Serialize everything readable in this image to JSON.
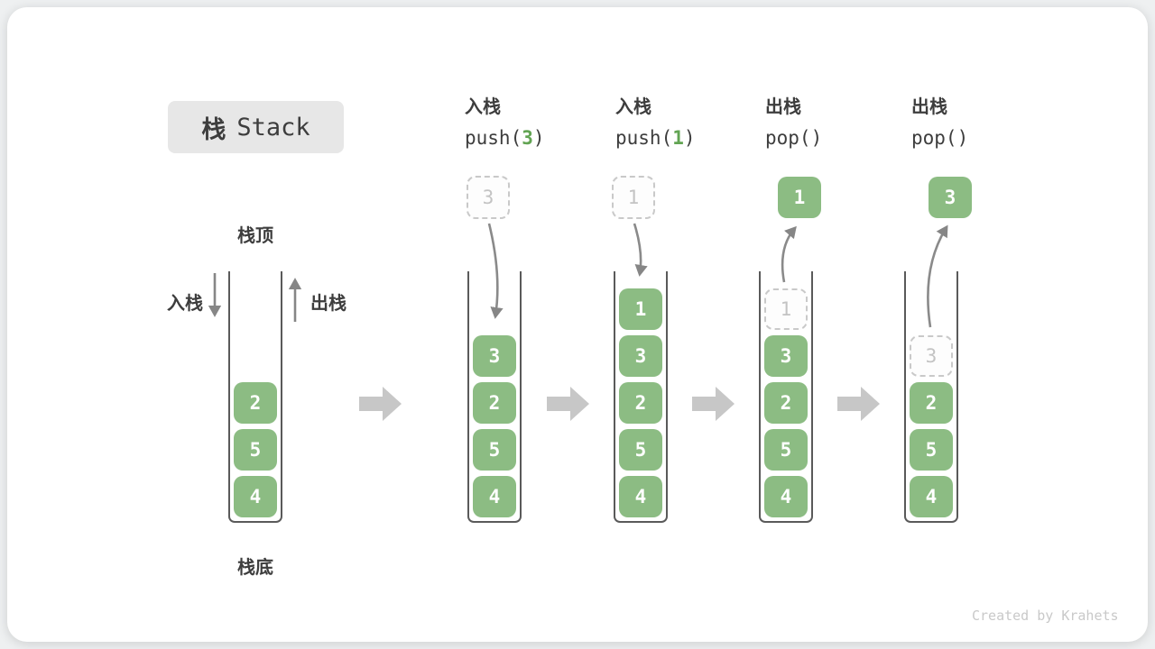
{
  "title": {
    "zh": "栈",
    "en": "Stack"
  },
  "labels": {
    "stack_top": "栈顶",
    "stack_bottom": "栈底",
    "push_side": "入栈",
    "pop_side": "出栈"
  },
  "stages": [
    {
      "name": "initial-stack",
      "blocks": [
        "2",
        "5",
        "4"
      ]
    },
    {
      "name": "push-3",
      "op_label": "入栈",
      "code_pre": "push(",
      "code_arg": "3",
      "code_post": ")",
      "incoming": "3",
      "blocks": [
        "3",
        "2",
        "5",
        "4"
      ]
    },
    {
      "name": "push-1",
      "op_label": "入栈",
      "code_pre": "push(",
      "code_arg": "1",
      "code_post": ")",
      "incoming": "1",
      "blocks": [
        "1",
        "3",
        "2",
        "5",
        "4"
      ]
    },
    {
      "name": "pop-1",
      "op_label": "出栈",
      "code_pre": "pop(",
      "code_arg": "",
      "code_post": ")",
      "popped": "1",
      "ghost": "1",
      "blocks": [
        "3",
        "2",
        "5",
        "4"
      ]
    },
    {
      "name": "pop-3",
      "op_label": "出栈",
      "code_pre": "pop(",
      "code_arg": "",
      "code_post": ")",
      "popped": "3",
      "ghost": "3",
      "blocks": [
        "2",
        "5",
        "4"
      ]
    }
  ],
  "watermark": "Created by Krahets",
  "colors": {
    "block_green": "#8cbc83",
    "code_arg_green": "#62a453",
    "container_border": "#5a5a5a",
    "thin_arrow": "#868686",
    "block_arrow": "#c7c7c7",
    "ghost_border": "#c9c9c9",
    "ghost_text": "#c3c3c3",
    "title_bg": "#e7e7e7",
    "text_dark": "#3d3d3d",
    "watermark_gray": "#c9c9c9"
  }
}
